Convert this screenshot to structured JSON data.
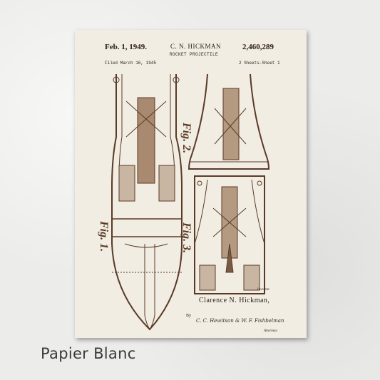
{
  "patent": {
    "date": "Feb. 1, 1949.",
    "inventor_header": "C. N. HICKMAN",
    "number": "2,460,289",
    "title": "ROCKET PROJECTILE",
    "filed": "Filed March 16, 1945",
    "sheets": "2 Sheets-Sheet 1",
    "inventor_label": "Inventor",
    "inventor_signature": "Clarence N. Hickman,",
    "by": "By",
    "attorney_script": "C. C. Hewitson & W. F. Fishbelman",
    "attorneys_label": "Attorneys"
  },
  "figures": {
    "fig1": "Fig. 1.",
    "fig2": "Fig. 2.",
    "fig3": "Fig. 3."
  },
  "caption": "Papier Blanc",
  "colors": {
    "ink": "#5a3a26",
    "paper": "#f1ede2",
    "background": "#ececea"
  }
}
